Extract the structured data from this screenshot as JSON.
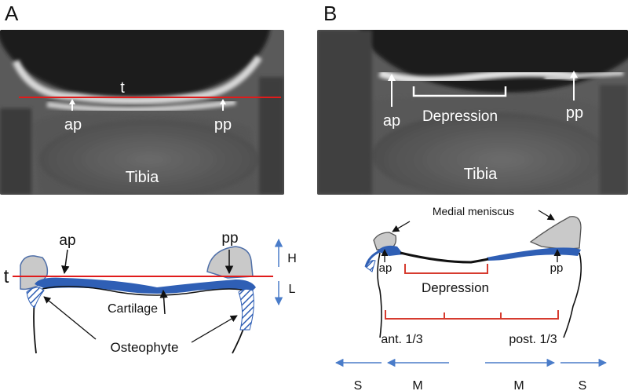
{
  "panels": {
    "a": {
      "letter": "A",
      "mri": {
        "label_t": "t",
        "label_ap": "ap",
        "label_pp": "pp",
        "label_tibia": "Tibia"
      },
      "diagram": {
        "label_ap": "ap",
        "label_pp": "pp",
        "label_t": "t",
        "label_h": "H",
        "label_l": "L",
        "label_cartilage": "Cartilage",
        "label_osteophyte": "Osteophyte"
      }
    },
    "b": {
      "letter": "B",
      "mri": {
        "label_ap": "ap",
        "label_depression": "Depression",
        "label_pp": "pp",
        "label_tibia": "Tibia"
      },
      "diagram": {
        "label_medial_meniscus": "Medial meniscus",
        "label_ap": "ap",
        "label_pp": "pp",
        "label_depression": "Depression",
        "label_ant": "ant. 1/3",
        "label_post": "post. 1/3",
        "label_s_left": "S",
        "label_m_left": "M",
        "label_m_right": "M",
        "label_s_right": "S"
      }
    }
  },
  "colors": {
    "reference_line": "#e01b1b",
    "cartilage_blue": "#2f5fb5",
    "arrow_blue": "#4a7cc9",
    "meniscus_fill": "#c9c9c9",
    "meniscus_stroke": "#4f6fa8",
    "bracket_red": "#d63b2f"
  }
}
